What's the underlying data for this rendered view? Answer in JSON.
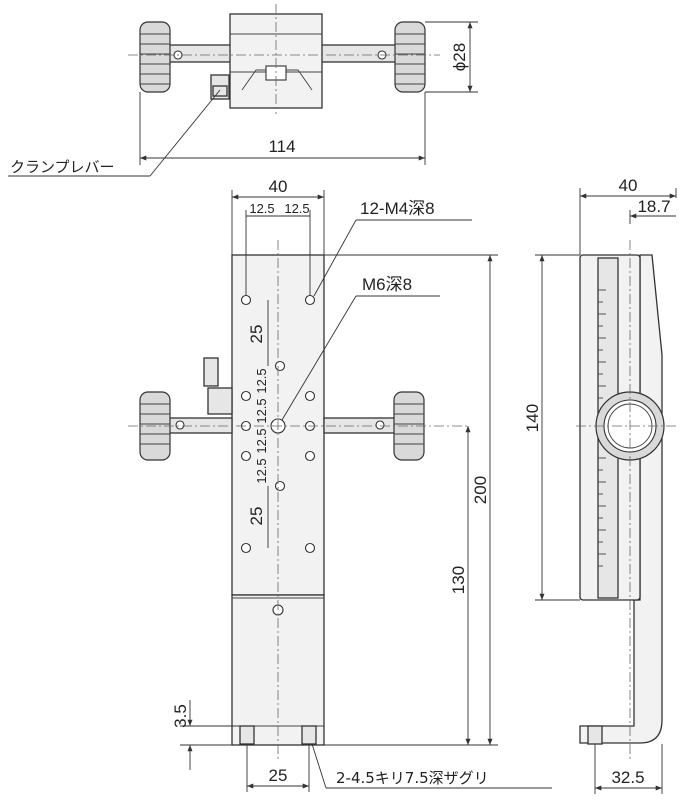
{
  "labels": {
    "clamp_lever": "クランプレバー",
    "overall_width": "114",
    "knob_diameter": "ϕ28",
    "stage_width": "40",
    "hole_pitch_left": "12.5",
    "hole_pitch_right": "12.5",
    "m4_holes": "12-M4深8",
    "m6_hole": "M6深8",
    "pitch_25_upper": "25",
    "pitch_25_lower": "25",
    "pitch_12_5_a": "12.5",
    "pitch_12_5_b": "12.5",
    "pitch_12_5_c": "12.5",
    "pitch_12_5_d": "12.5",
    "height_200": "200",
    "height_130": "130",
    "base_thickness": "3.5",
    "mount_pitch": "25",
    "mount_holes": "2-4.5キリ7.5深ザグリ",
    "side_width": "40",
    "side_offset": "18.7",
    "side_height": "140",
    "side_base": "32.5"
  }
}
